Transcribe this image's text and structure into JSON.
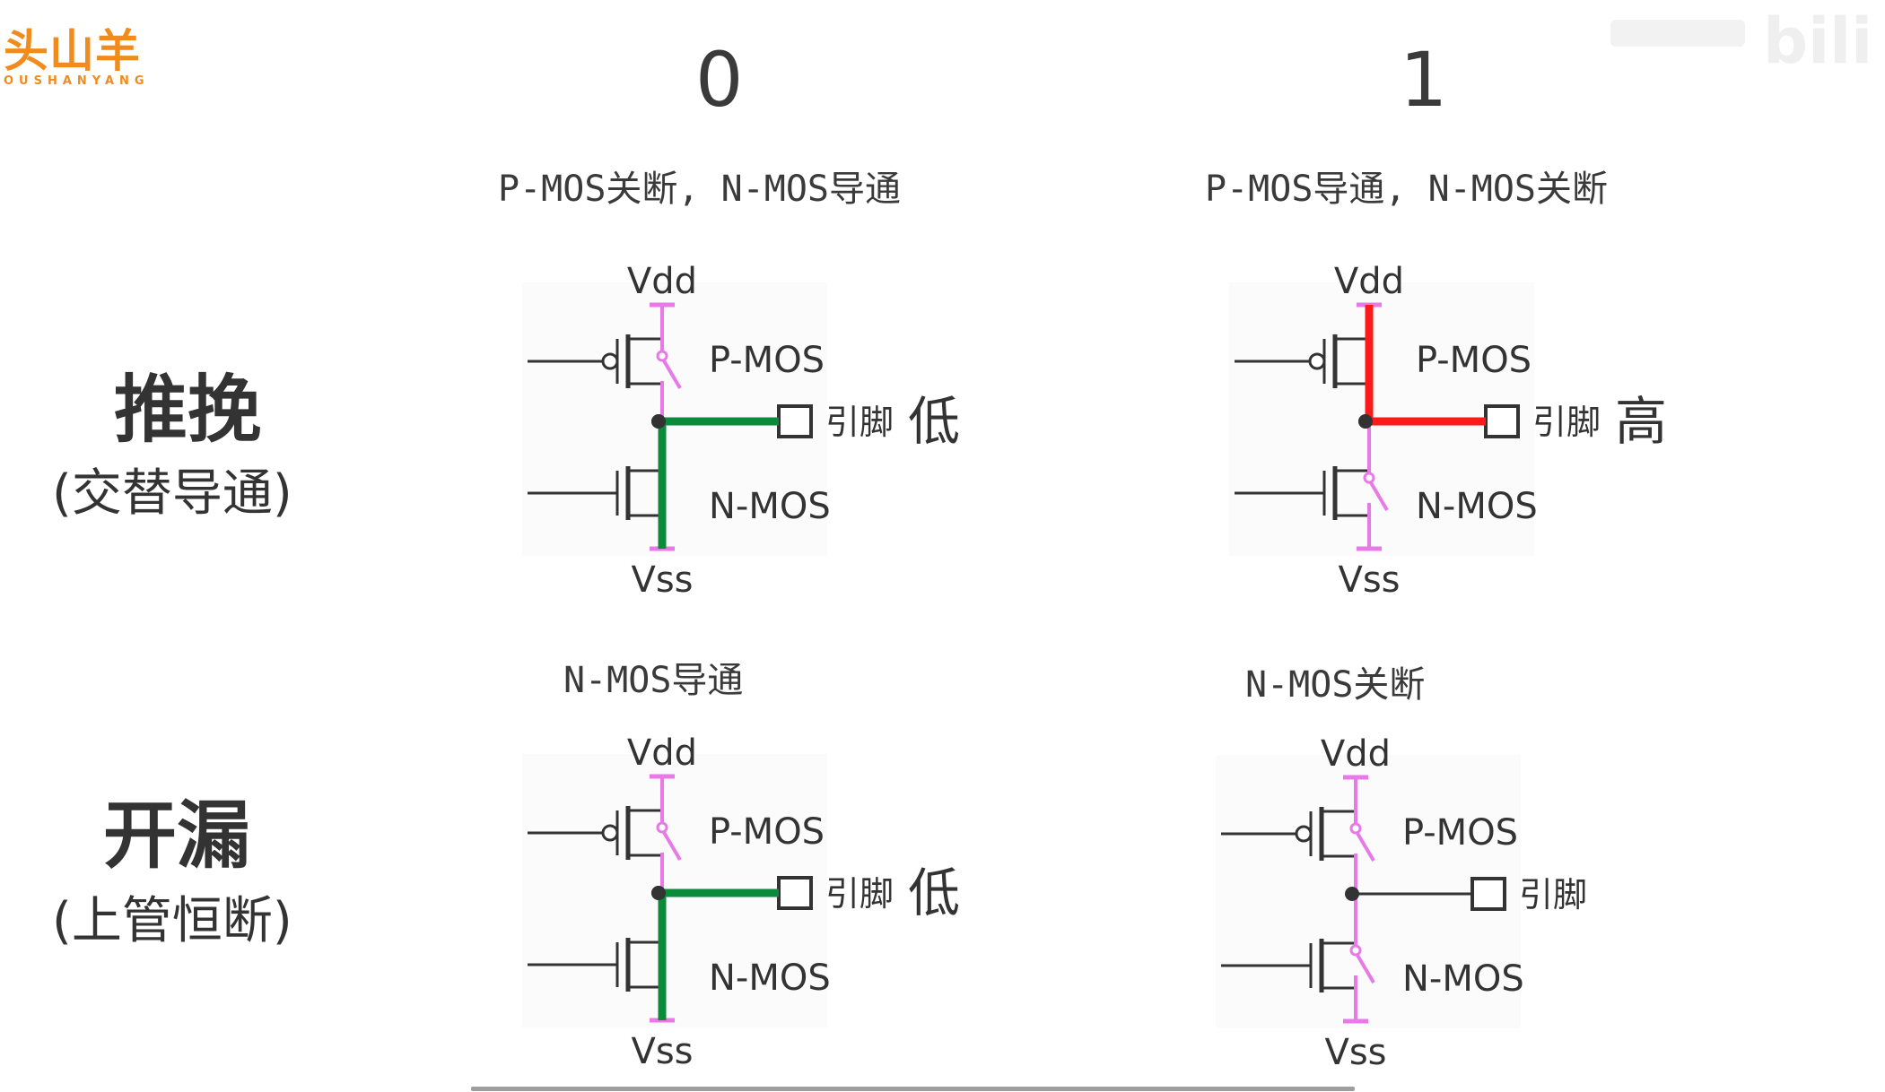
{
  "logo": {
    "zh": "头山羊",
    "en": "OUSHANYANG"
  },
  "watermark": {
    "icon": "bilibili-watermark-icon"
  },
  "columns": [
    {
      "title": "0"
    },
    {
      "title": "1"
    }
  ],
  "rows": [
    {
      "title": "推挽",
      "subtitle": "(交替导通)"
    },
    {
      "title": "开漏",
      "subtitle": "(上管恒断)"
    }
  ],
  "colors": {
    "low": "#0b8a3c",
    "high": "#ff1a1a",
    "switch": "#e87ae8",
    "wire": "#333333",
    "logo": "#f08c1e"
  },
  "panels": [
    {
      "caption": "P-MOS关断, N-MOS导通",
      "vdd": "Vdd",
      "vss": "Vss",
      "pmos": "P-MOS",
      "nmos": "N-MOS",
      "pin": "引脚",
      "state": "低",
      "state_type": "low",
      "p_on": false,
      "n_on": true
    },
    {
      "caption": "P-MOS导通, N-MOS关断",
      "vdd": "Vdd",
      "vss": "Vss",
      "pmos": "P-MOS",
      "nmos": "N-MOS",
      "pin": "引脚",
      "state": "高",
      "state_type": "high",
      "p_on": true,
      "n_on": false
    },
    {
      "caption": "N-MOS导通",
      "vdd": "Vdd",
      "vss": "Vss",
      "pmos": "P-MOS",
      "nmos": "N-MOS",
      "pin": "引脚",
      "state": "低",
      "state_type": "low",
      "p_on": false,
      "n_on": true
    },
    {
      "caption": "N-MOS关断",
      "vdd": "Vdd",
      "vss": "Vss",
      "pmos": "P-MOS",
      "nmos": "N-MOS",
      "pin": "引脚",
      "state": "",
      "state_type": "none",
      "p_on": false,
      "n_on": false
    }
  ]
}
